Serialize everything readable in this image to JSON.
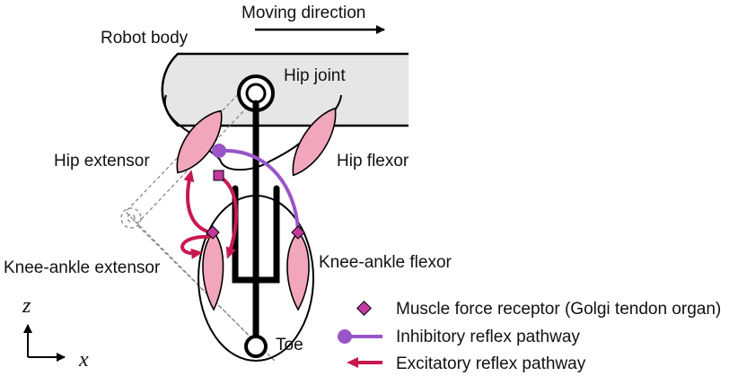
{
  "labels": {
    "moving_direction": "Moving direction",
    "robot_body": "Robot body",
    "hip_joint": "Hip joint",
    "hip_extensor": "Hip extensor",
    "hip_flexor": "Hip flexor",
    "knee_ankle_extensor": "Knee-ankle extensor",
    "knee_ankle_flexor": "Knee-ankle flexor",
    "toe": "Toe"
  },
  "axes": {
    "z": "z",
    "x": "x"
  },
  "legend": {
    "receptor": "Muscle force receptor (Golgi tendon organ)",
    "inhibitory": "Inhibitory reflex pathway",
    "excitatory": "Excitatory reflex pathway"
  },
  "colors": {
    "muscle_fill": "#f2a6bb",
    "receptor": "#c2389e",
    "inhibitory": "#9a55c9",
    "excitatory": "#c8194f",
    "body_fill": "#e6e6e6",
    "ink": "#000000"
  }
}
